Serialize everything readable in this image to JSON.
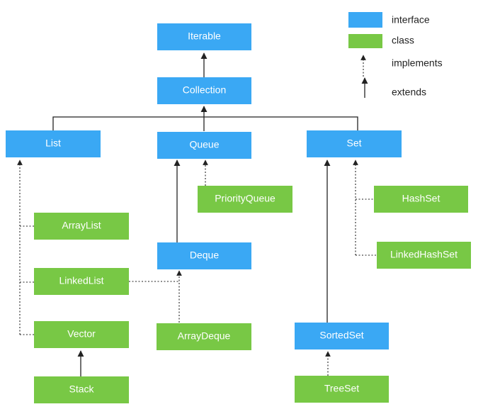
{
  "legend": {
    "interface_label": "interface",
    "class_label": "class",
    "implements_label": "implements",
    "extends_label": "extends"
  },
  "colors": {
    "interface": "#3aa8f4",
    "class": "#78c845",
    "line": "#222222"
  },
  "nodes": {
    "iterable": "Iterable",
    "collection": "Collection",
    "list": "List",
    "queue": "Queue",
    "set": "Set",
    "priorityqueue": "PriorityQueue",
    "hashset": "HashSet",
    "arraylist": "ArrayList",
    "deque": "Deque",
    "linkedhashset": "LinkedHashSet",
    "linkedlist": "LinkedList",
    "vector": "Vector",
    "arraydeque": "ArrayDeque",
    "sortedset": "SortedSet",
    "stack": "Stack",
    "treeset": "TreeSet"
  }
}
